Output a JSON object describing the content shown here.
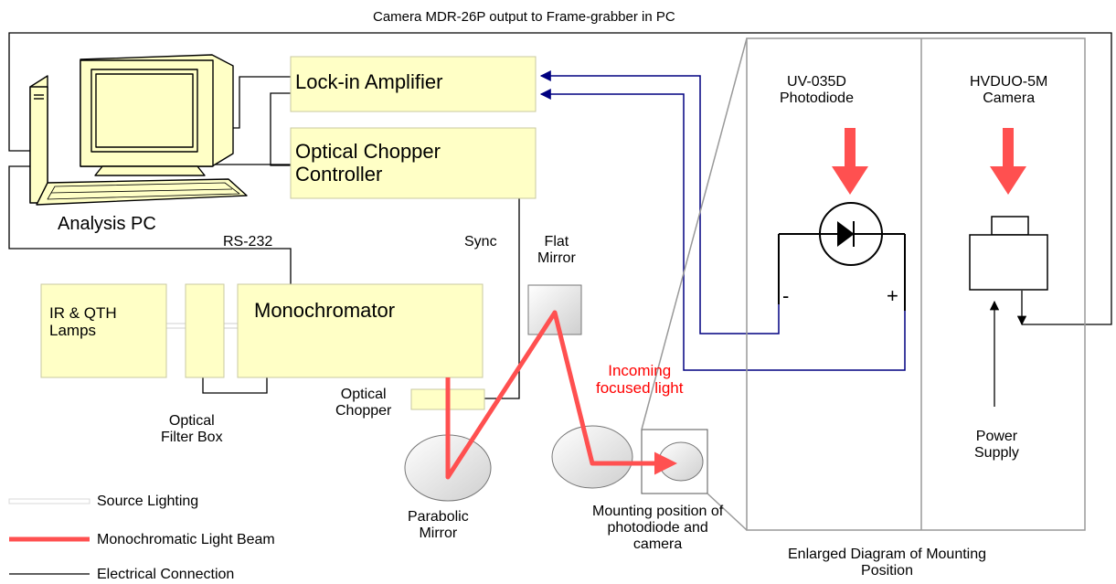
{
  "top_caption": "Camera MDR-26P output to Frame-grabber in PC",
  "analysis_pc": "Analysis PC",
  "lock_in": "Lock-in Amplifier",
  "chopper_controller": "Optical Chopper\nController",
  "rs232": "RS-232",
  "sync": "Sync",
  "flat_mirror": "Flat\nMirror",
  "lamps": "IR & QTH\nLamps",
  "monochromator": "Monochromator",
  "optical_chopper": "Optical\nChopper",
  "filter_box": "Optical\nFilter Box",
  "incoming_light": "Incoming\nfocused light",
  "parabolic_mirror": "Parabolic\nMirror",
  "mounting_position": "Mounting position of\nphotodiode and\ncamera",
  "photodiode": "UV-035D\nPhotodiode",
  "camera": "HVDUO-5M\nCamera",
  "minus": "-",
  "plus": "+",
  "power_supply": "Power\nSupply",
  "enlarged_caption": "Enlarged Diagram of Mounting\nPosition",
  "legend": {
    "source": "Source Lighting",
    "beam": "Monochromatic Light Beam",
    "electrical": "Electrical Connection"
  },
  "colors": {
    "box_fill": "#ffffc6",
    "beam": "#ff5050",
    "signal_wire": "#000080",
    "electrical_wire": "#000000",
    "panel_border": "#999999",
    "source_lighting": "#d8d8d8"
  }
}
